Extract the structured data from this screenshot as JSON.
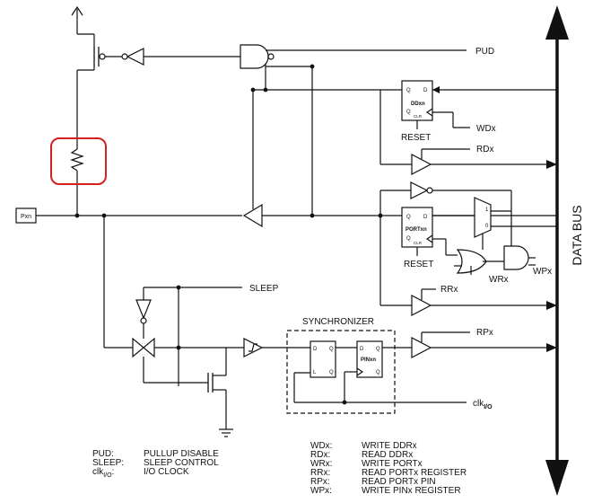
{
  "bus_label": "DATA BUS",
  "pin_label": "Pxn",
  "signals": {
    "pud": "PUD",
    "wdx": "WDx",
    "rdx": "RDx",
    "rrx": "RRx",
    "rpx": "RPx",
    "wrx": "WRx",
    "wpx": "WPx",
    "sleep": "SLEEP",
    "clk_main": "clk",
    "clk_sub": "I/O"
  },
  "blocks": {
    "ddr": {
      "q": "Q",
      "d": "D",
      "qbar": "Q",
      "name": "DDxn",
      "clr": "CLR",
      "reset": "RESET"
    },
    "port": {
      "q": "Q",
      "d": "D",
      "qbar": "Q",
      "name": "PORTxn",
      "clr": "CLR",
      "reset": "RESET"
    },
    "sync_ff": {
      "d": "D",
      "q": "Q",
      "l": "L",
      "qbar": "Q"
    },
    "pin_ff": {
      "d": "D",
      "q": "Q",
      "qbar": "Q",
      "name": "PINxn"
    },
    "mux": {
      "in1": "1",
      "in0": "0"
    },
    "synchronizer": "SYNCHRONIZER"
  },
  "legend_left": [
    {
      "key": "PUD:",
      "value": "PULLUP DISABLE"
    },
    {
      "key": "SLEEP:",
      "value": "SLEEP CONTROL"
    },
    {
      "key_main": "clk",
      "key_sub": "I/O",
      "key_tail": ":",
      "value": "I/O CLOCK"
    }
  ],
  "legend_right": [
    {
      "key": "WDx:",
      "value": "WRITE DDRx"
    },
    {
      "key": "RDx:",
      "value": "READ DDRx"
    },
    {
      "key": "WRx:",
      "value": "WRITE PORTx"
    },
    {
      "key": "RRx:",
      "value": "READ PORTx REGISTER"
    },
    {
      "key": "RPx:",
      "value": "READ PORTx PIN"
    },
    {
      "key": "WPx:",
      "value": "WRITE PINx REGISTER"
    }
  ],
  "colors": {
    "highlight": "#d62020",
    "line": "#111111"
  }
}
